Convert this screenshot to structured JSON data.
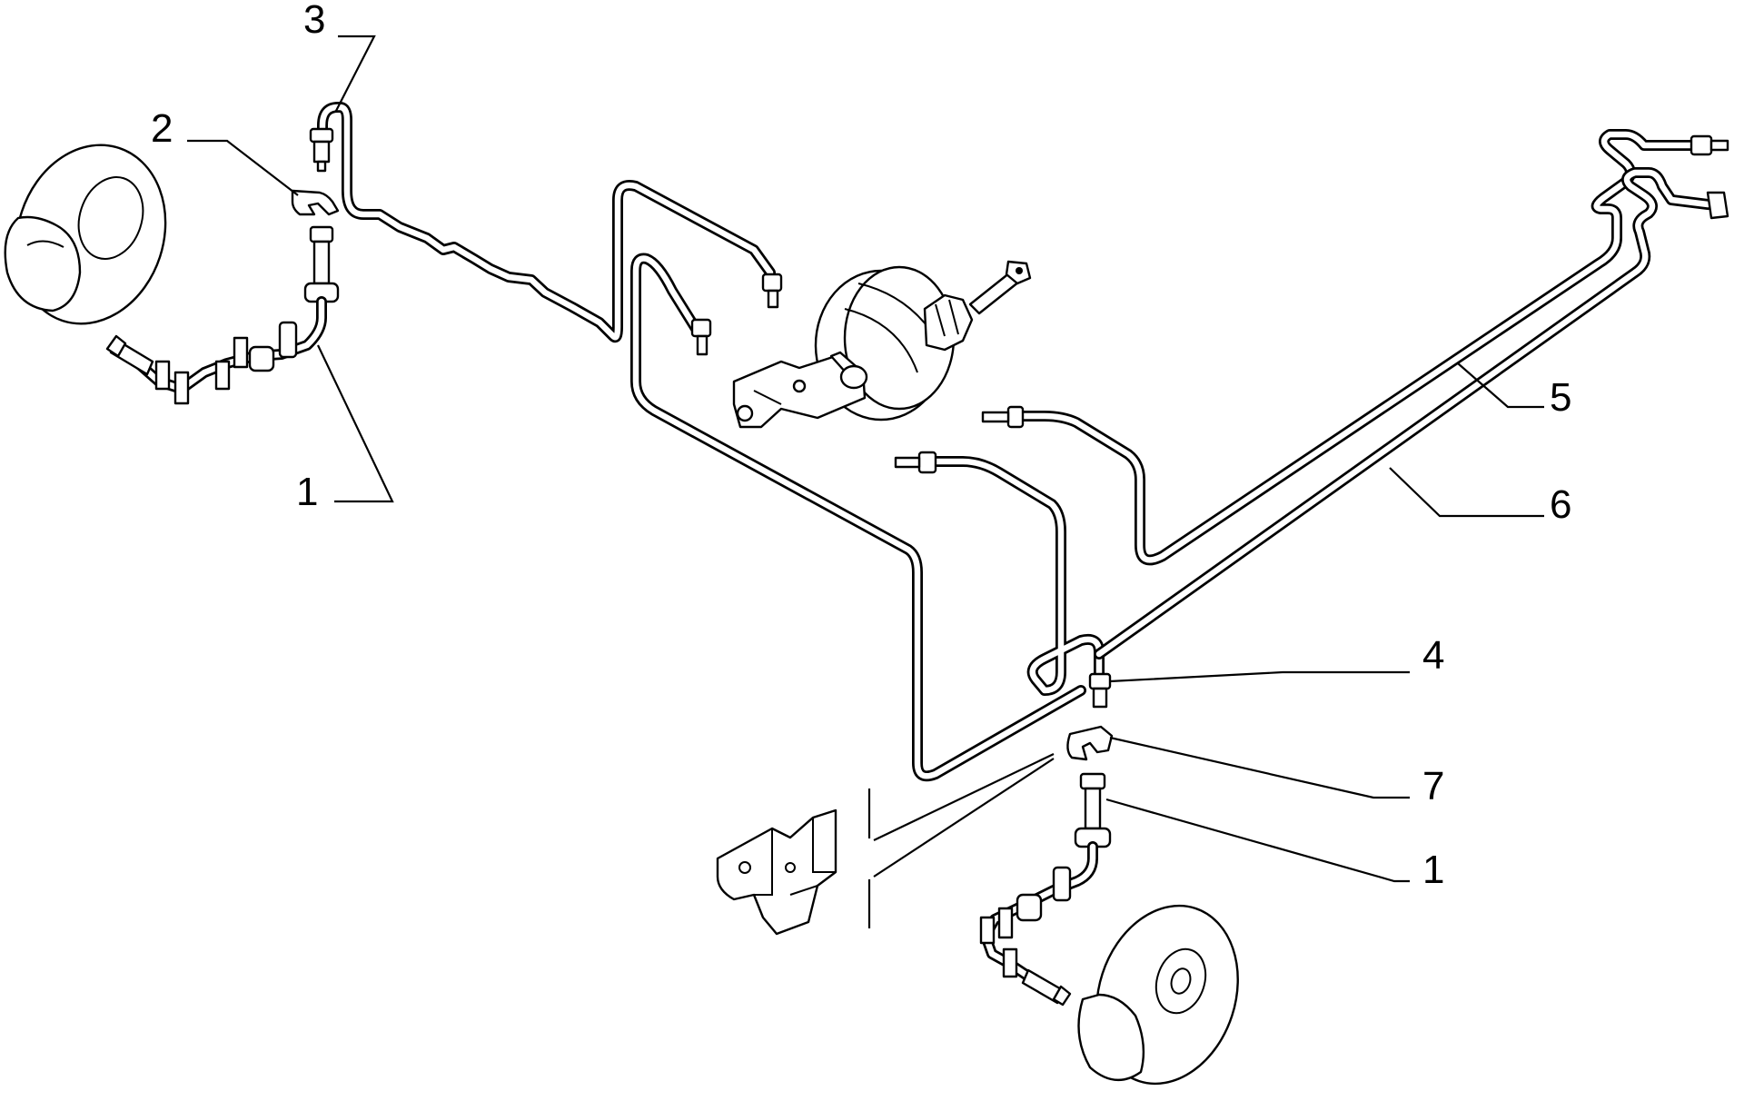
{
  "callouts": [
    {
      "id": "c3",
      "label": "3"
    },
    {
      "id": "c2",
      "label": "2"
    },
    {
      "id": "c1a",
      "label": "1"
    },
    {
      "id": "c5",
      "label": "5"
    },
    {
      "id": "c6",
      "label": "6"
    },
    {
      "id": "c4",
      "label": "4"
    },
    {
      "id": "c7",
      "label": "7"
    },
    {
      "id": "c1b",
      "label": "1"
    }
  ],
  "colors": {
    "ink": "#000000",
    "paper": "#ffffff"
  }
}
